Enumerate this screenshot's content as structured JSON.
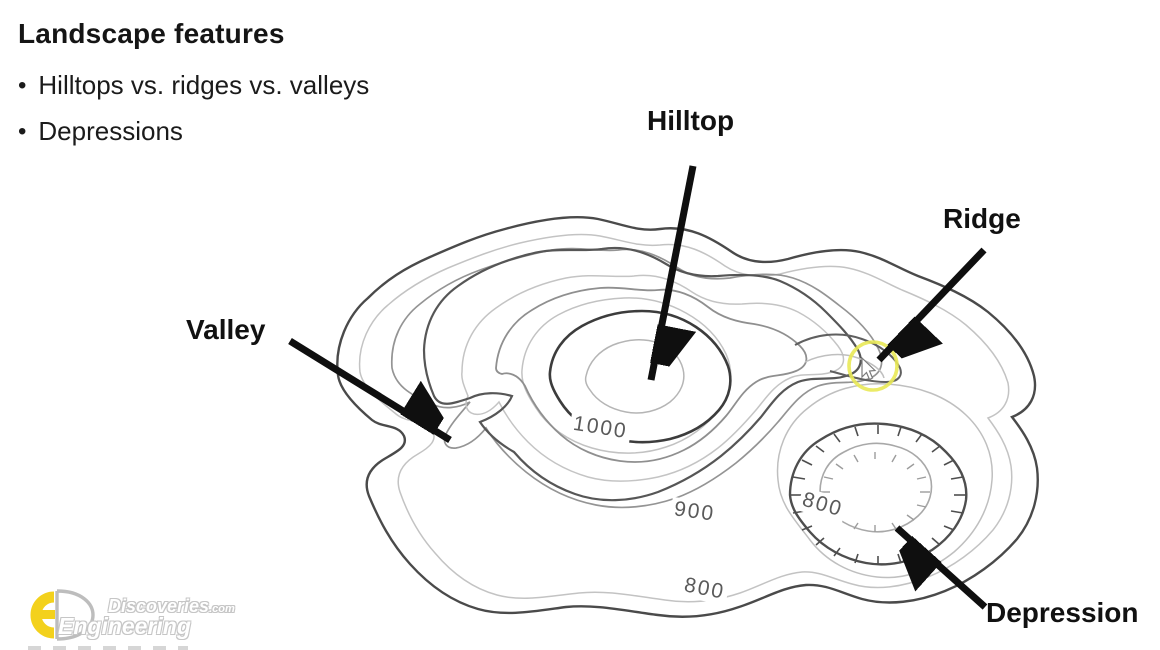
{
  "slide": {
    "title": "Landscape features",
    "bullet_glyph": "•",
    "bullets": [
      "Hilltops vs. ridges vs. valleys",
      "Depressions"
    ]
  },
  "map": {
    "labels": {
      "hilltop": "Hilltop",
      "ridge": "Ridge",
      "valley": "Valley",
      "depression": "Depression"
    },
    "contour_values": {
      "c1000": "1000",
      "c900": "900",
      "c800_bottom": "800",
      "c800_depression": "800"
    },
    "highlight_color": "#e9e957"
  },
  "watermark": {
    "brand_top": "Discoveries",
    "brand_top_suffix": ".com",
    "brand_bottom": "Engineering",
    "accent_color": "#f3d11c"
  }
}
